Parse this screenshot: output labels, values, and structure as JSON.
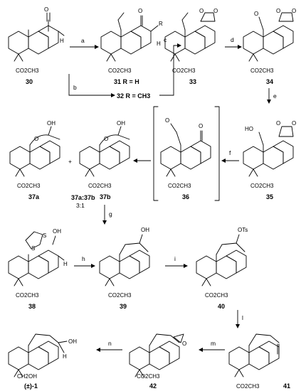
{
  "compounds": {
    "c30": {
      "number": "30",
      "group": "CO2CH3",
      "ketone": "O"
    },
    "c31": {
      "number": "31",
      "group": "CO2CH3",
      "ketone": "O",
      "r": "R",
      "caption": "31 R = H"
    },
    "c32": {
      "caption": "32 R = CH3"
    },
    "c33": {
      "number": "33",
      "group": "CO2CH3",
      "o1": "O",
      "o2": "O"
    },
    "c34": {
      "number": "34",
      "group": "CO2CH3",
      "o1": "O",
      "o2": "O",
      "ald": "O"
    },
    "c35": {
      "number": "35",
      "group": "CO2CH3",
      "o1": "O",
      "o2": "O",
      "oh": "HO"
    },
    "c36": {
      "number": "36",
      "group": "CO2CH3",
      "ald": "O",
      "ketone": "O"
    },
    "c37a": {
      "number": "37a",
      "group": "CO2CH3",
      "oh": "OH",
      "o": "O"
    },
    "c37b": {
      "number": "37b",
      "group": "CO2CH3",
      "oh": "OH",
      "o": "O"
    },
    "ratio": {
      "label": "37a:37b",
      "value": "3:1"
    },
    "c38": {
      "number": "38",
      "group": "CO2CH3",
      "s1": "S",
      "s2": "S",
      "oh": "OH"
    },
    "c39": {
      "number": "39",
      "group": "CO2CH3",
      "oh": "OH"
    },
    "c40": {
      "number": "40",
      "group": "CO2CH3",
      "ots": "OTs"
    },
    "c41": {
      "number": "41",
      "group": "CO2CH3"
    },
    "c42": {
      "number": "42",
      "group": "CO2CH3",
      "o": "O"
    },
    "c1": {
      "number": "(±)-1",
      "group": "CH2OH",
      "oh": "OH"
    }
  },
  "steps": {
    "a": "a",
    "b": "b",
    "c": "c",
    "d": "d",
    "e": "e",
    "f": "f",
    "g": "g",
    "h": "h",
    "i": "i",
    "l": "l",
    "m": "m",
    "n": "n"
  },
  "misc": {
    "plus": "+",
    "H": "H"
  }
}
